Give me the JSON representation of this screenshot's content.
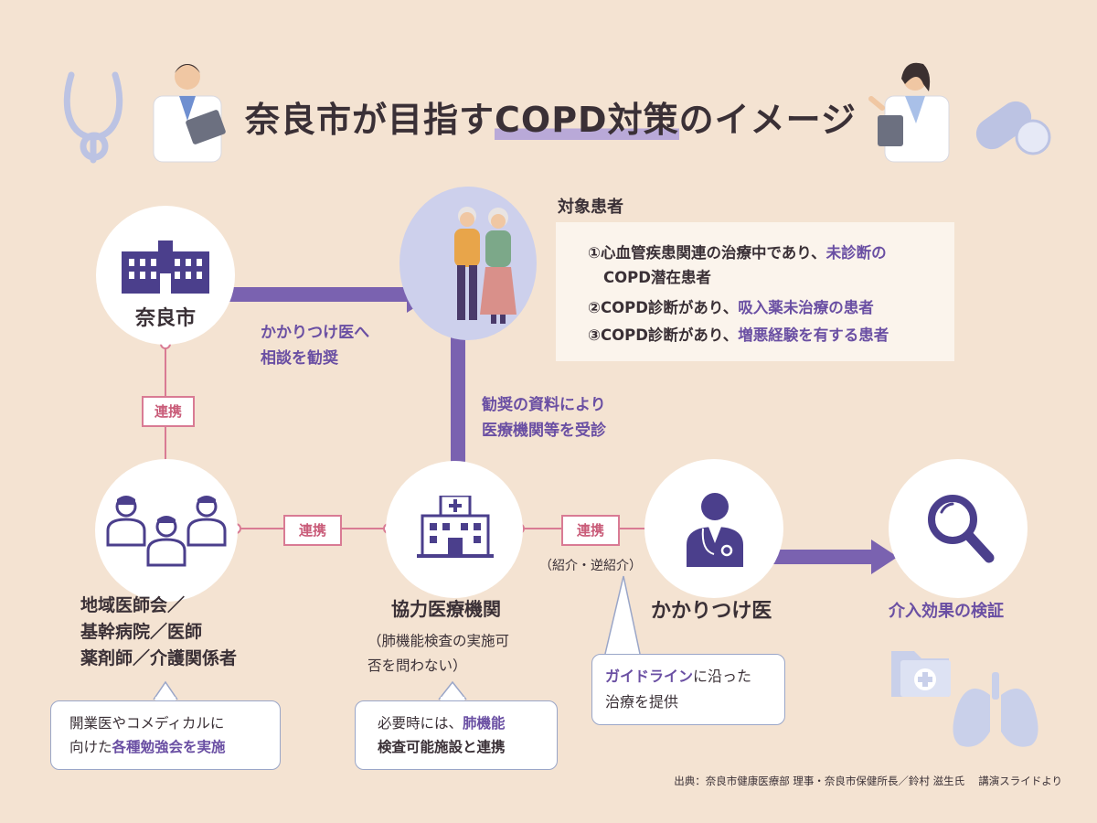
{
  "title": {
    "prefix": "奈良市が目指す",
    "highlight": "COPD対策",
    "suffix": "のイメージ"
  },
  "target": {
    "heading": "対象患者",
    "items": [
      {
        "plain": "①心血管疾患関連の治療中であり、",
        "bold": "未診断の",
        "bold2": "COPD潜在患者"
      },
      {
        "plain": "②COPD診断があり、",
        "bold": "吸入薬未治療の患者"
      },
      {
        "plain": "③COPD診断があり、",
        "bold": "増悪経験を有する患者"
      }
    ]
  },
  "nodes": {
    "nara": "奈良市",
    "assoc": [
      "地域医師会／",
      "基幹病院／医師",
      "薬剤師／介護関係者"
    ],
    "coop": "協力医療機関",
    "coop_note": [
      "（肺機能検査の実施可",
      "否を問わない）"
    ],
    "kakari": "かかりつけ医",
    "verify": "介入効果の検証"
  },
  "arrows": {
    "to_patients": [
      "かかりつけ医へ",
      "相談を勧奨"
    ],
    "to_coop": [
      "勧奨の資料により",
      "医療機関等を受診"
    ]
  },
  "links": {
    "renkei": "連携",
    "shokai": "（紹介・逆紹介）"
  },
  "callouts": {
    "assoc": {
      "line1": "開業医やコメディカルに",
      "line2_plain": "向けた",
      "line2_bold": "各種勉強会を実施"
    },
    "coop": {
      "line1_plain": "必要時には、",
      "line1_bold": "肺機能",
      "line2_bold": "検査可能施設と連携"
    },
    "kakari": {
      "line1_bold": "ガイドライン",
      "line1_plain": "に沿った",
      "line2": "治療を提供"
    }
  },
  "source": "出典：奈良市健康医療部 理事・奈良市保健所長／鈴村 滋生氏　 講演スライドより",
  "colors": {
    "accent": "#6a4fa3",
    "link": "#d97b94",
    "background": "#f4e3d2",
    "arrow": "#7a62b0"
  },
  "icons": [
    "stethoscope-icon",
    "doctor-male-icon",
    "doctor-female-icon",
    "pill-icon",
    "city-hall-icon",
    "elderly-couple-icon",
    "medical-team-icon",
    "hospital-icon",
    "doctor-icon",
    "magnifier-icon",
    "medical-folder-icon",
    "lungs-icon"
  ]
}
